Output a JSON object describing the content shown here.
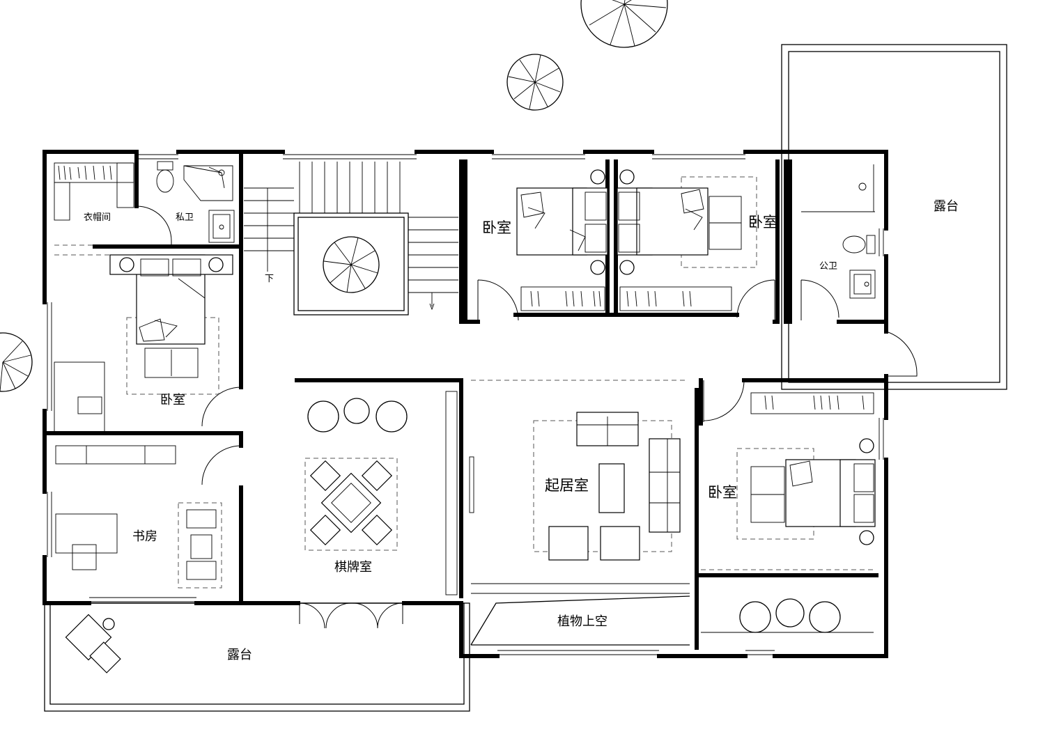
{
  "rooms": {
    "walk_in_closet": "衣帽间",
    "private_bath": "私卫",
    "bedroom_master": "卧室",
    "stair_down": "下",
    "bedroom_north_left": "卧室",
    "bedroom_north_right": "卧室",
    "public_bath": "公卫",
    "terrace_east": "露台",
    "study": "书房",
    "chess_room": "棋牌室",
    "living_room": "起居室",
    "bedroom_east": "卧室",
    "plant_void": "植物上空",
    "terrace_south": "露台"
  },
  "colors": {
    "line": "#000000",
    "background": "#ffffff",
    "dash": "#555555"
  }
}
